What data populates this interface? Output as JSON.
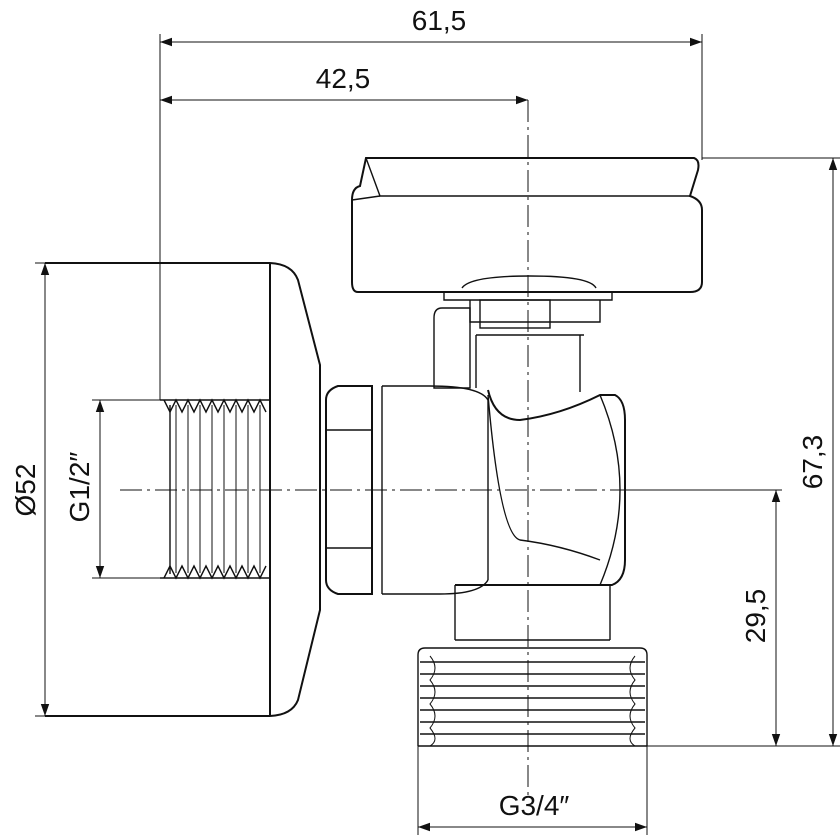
{
  "dimensions": {
    "overall_width": "61,5",
    "axis_offset": "42,5",
    "overall_height": "67,3",
    "outlet_height": "29,5",
    "flange_diameter": "Ø52",
    "inlet_thread": "G1/2″",
    "outlet_thread": "G3/4″"
  }
}
